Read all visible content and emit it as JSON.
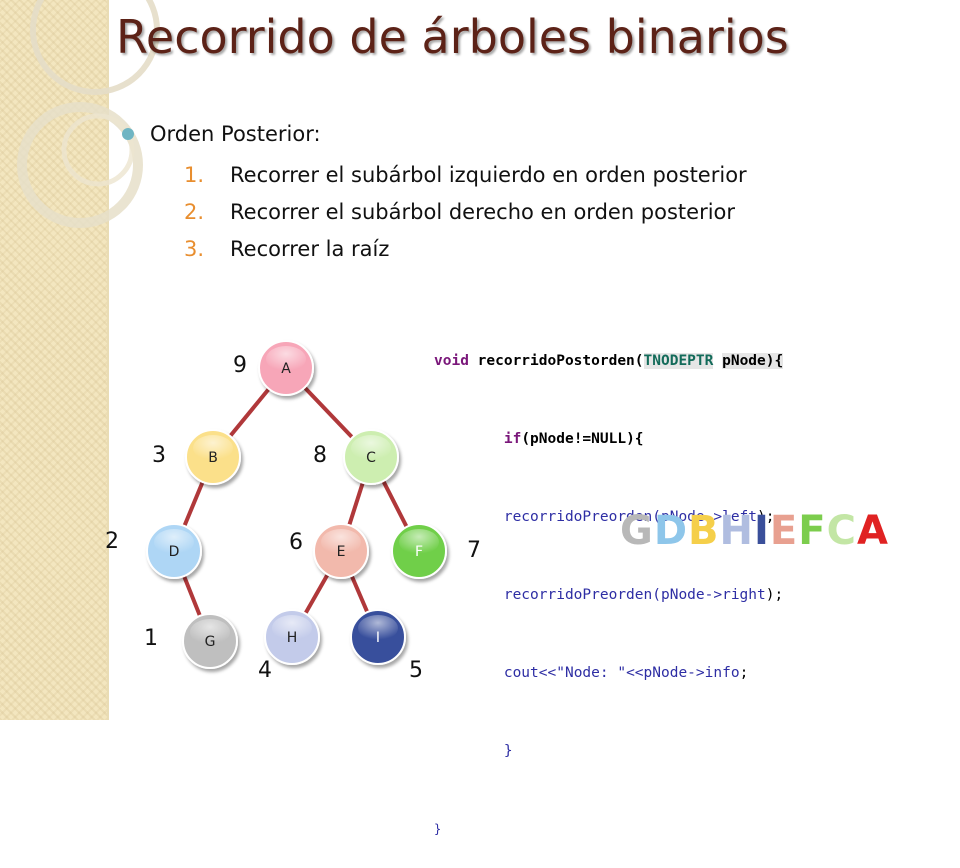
{
  "title": "Recorrido de árboles binarios",
  "bullet": "Orden Posterior:",
  "steps": [
    {
      "num": "1.",
      "text": "Recorrer el subárbol izquierdo en orden posterior"
    },
    {
      "num": "2.",
      "text": "Recorrer el subárbol derecho en orden posterior"
    },
    {
      "num": "3.",
      "text": "Recorrer la raíz"
    }
  ],
  "code": {
    "l1_kw": "void",
    "l1_fn": "recorridoPostorden(",
    "l1_type": "TNODEPTR",
    "l1_rest": "pNode){",
    "l2_kw": "if",
    "l2_rest": "(pNode!=NULL){",
    "l3_call": "recorridoPreorden(pNode->",
    "l3_field": "left",
    "l3_end": ");",
    "l4_call": "recorridoPreorden(pNode->",
    "l4_field": "right",
    "l4_end": ");",
    "l5_cout": "cout<<",
    "l5_str": "\"Node: \"",
    "l5_mid": "<<pNode->",
    "l5_field": "info",
    "l5_end": ";",
    "l6": "}",
    "l7": "}"
  },
  "tree": {
    "nodes": [
      {
        "label": "A",
        "color": "#f7a6b8"
      },
      {
        "label": "B",
        "color": "#fbe08a"
      },
      {
        "label": "C",
        "color": "#cdeeb0"
      },
      {
        "label": "D",
        "color": "#aed6f5"
      },
      {
        "label": "E",
        "color": "#f2b9ac"
      },
      {
        "label": "F",
        "color": "#6fcf4a"
      },
      {
        "label": "G",
        "color": "#bfbfbf"
      },
      {
        "label": "H",
        "color": "#c3cbea"
      },
      {
        "label": "I",
        "color": "#384f9c"
      }
    ],
    "order_numbers": [
      "9",
      "3",
      "8",
      "2",
      "6",
      "7",
      "1",
      "4",
      "5"
    ],
    "edge_color": "#b0383a"
  },
  "sequence": [
    {
      "ch": "G",
      "color": "#b8b8b8"
    },
    {
      "ch": "D",
      "color": "#8ec6ea"
    },
    {
      "ch": "B",
      "color": "#f5cf4a"
    },
    {
      "ch": "H",
      "color": "#b0bde0"
    },
    {
      "ch": "I",
      "color": "#3a4f9a"
    },
    {
      "ch": "E",
      "color": "#e8a090"
    },
    {
      "ch": "F",
      "color": "#7ccd4d"
    },
    {
      "ch": "C",
      "color": "#c3e6a5"
    },
    {
      "ch": "A",
      "color": "#e02222"
    }
  ]
}
